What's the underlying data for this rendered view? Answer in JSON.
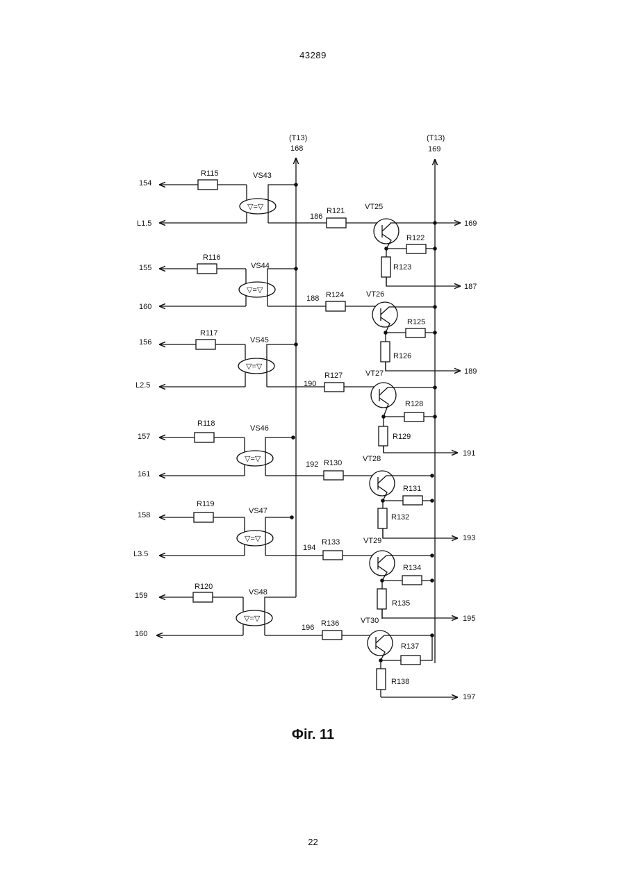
{
  "page_header": "43289",
  "page_number": "22",
  "caption": "Фіг. 11",
  "rails": {
    "left": {
      "label": "(T13)",
      "number": "168"
    },
    "right": {
      "label": "(T13)",
      "number": "169"
    }
  },
  "stages": [
    {
      "in_top": "154",
      "in_bottom": "L1.5",
      "resistor_in": "R115",
      "optocoupler": "VS43",
      "node": "186",
      "resistor_base": "R121",
      "transistor": "VT25",
      "resistor_right": "R122",
      "resistor_down": "R123",
      "output": "169"
    },
    {
      "in_top": "155",
      "in_bottom": "160",
      "resistor_in": "R116",
      "optocoupler": "VS44",
      "node": "188",
      "resistor_base": "R124",
      "transistor": "VT26",
      "resistor_right": "R125",
      "resistor_down": "R126",
      "output": "187"
    },
    {
      "in_top": "156",
      "in_bottom": "L2.5",
      "resistor_in": "R117",
      "optocoupler": "VS45",
      "node": "190",
      "resistor_base": "R127",
      "transistor": "VT27",
      "resistor_right": "R128",
      "resistor_down": "R129",
      "output": "189"
    },
    {
      "in_top": "157",
      "in_bottom": "161",
      "resistor_in": "R118",
      "optocoupler": "VS46",
      "node": "192",
      "resistor_base": "R130",
      "transistor": "VT28",
      "resistor_right": "R131",
      "resistor_down": "R132",
      "output": "191"
    },
    {
      "in_top": "158",
      "in_bottom": "L3.5",
      "resistor_in": "R119",
      "optocoupler": "VS47",
      "node": "194",
      "resistor_base": "R133",
      "transistor": "VT29",
      "resistor_right": "R134",
      "resistor_down": "R135",
      "output": "193"
    },
    {
      "in_top": "159",
      "in_bottom": "160",
      "resistor_in": "R120",
      "optocoupler": "VS48",
      "node": "196",
      "resistor_base": "R136",
      "transistor": "VT30",
      "resistor_right": "R137",
      "resistor_down": "R138",
      "output": "195"
    }
  ],
  "final_output": "197"
}
